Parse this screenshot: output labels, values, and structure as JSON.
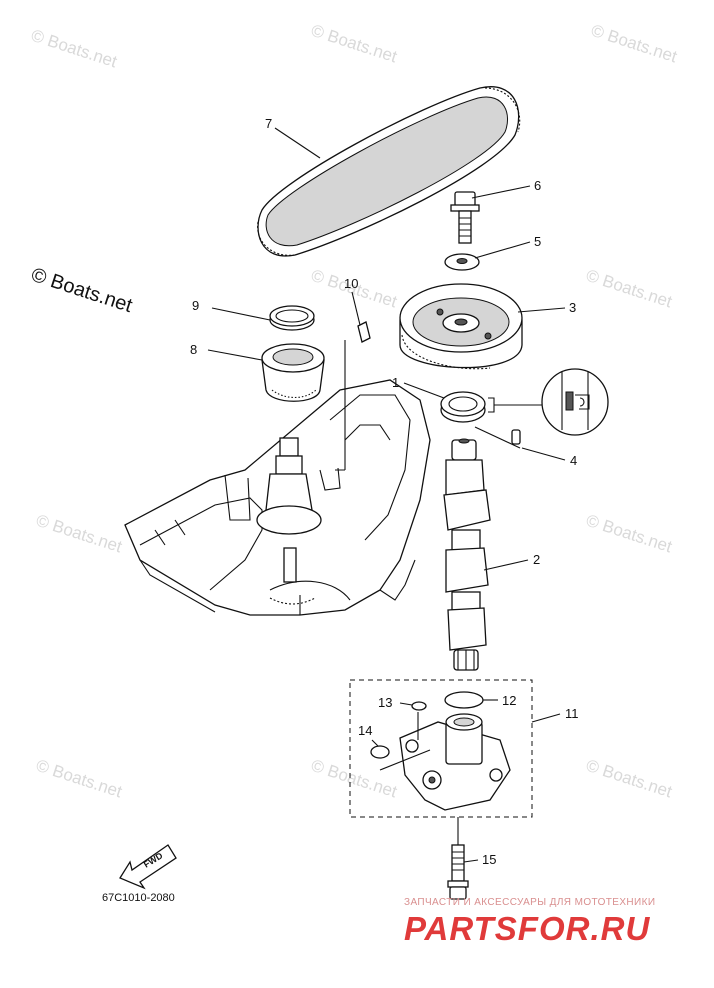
{
  "watermark": "© Boats.net",
  "copyright": "© Boats.net",
  "diagram_code": "67C1010-2080",
  "fwd_label": "FWD",
  "brand": {
    "tagline": "ЗАПЧАСТИ И АКСЕССУАРЫ ДЛЯ МОТОТЕХНИКИ",
    "name": "PARTSFOR.RU"
  },
  "callouts": {
    "c1": "1",
    "c2": "2",
    "c3": "3",
    "c4": "4",
    "c5": "5",
    "c6": "6",
    "c7": "7",
    "c8": "8",
    "c9": "9",
    "c10": "10",
    "c11": "11",
    "c12": "12",
    "c13": "13",
    "c14": "14",
    "c15": "15"
  }
}
